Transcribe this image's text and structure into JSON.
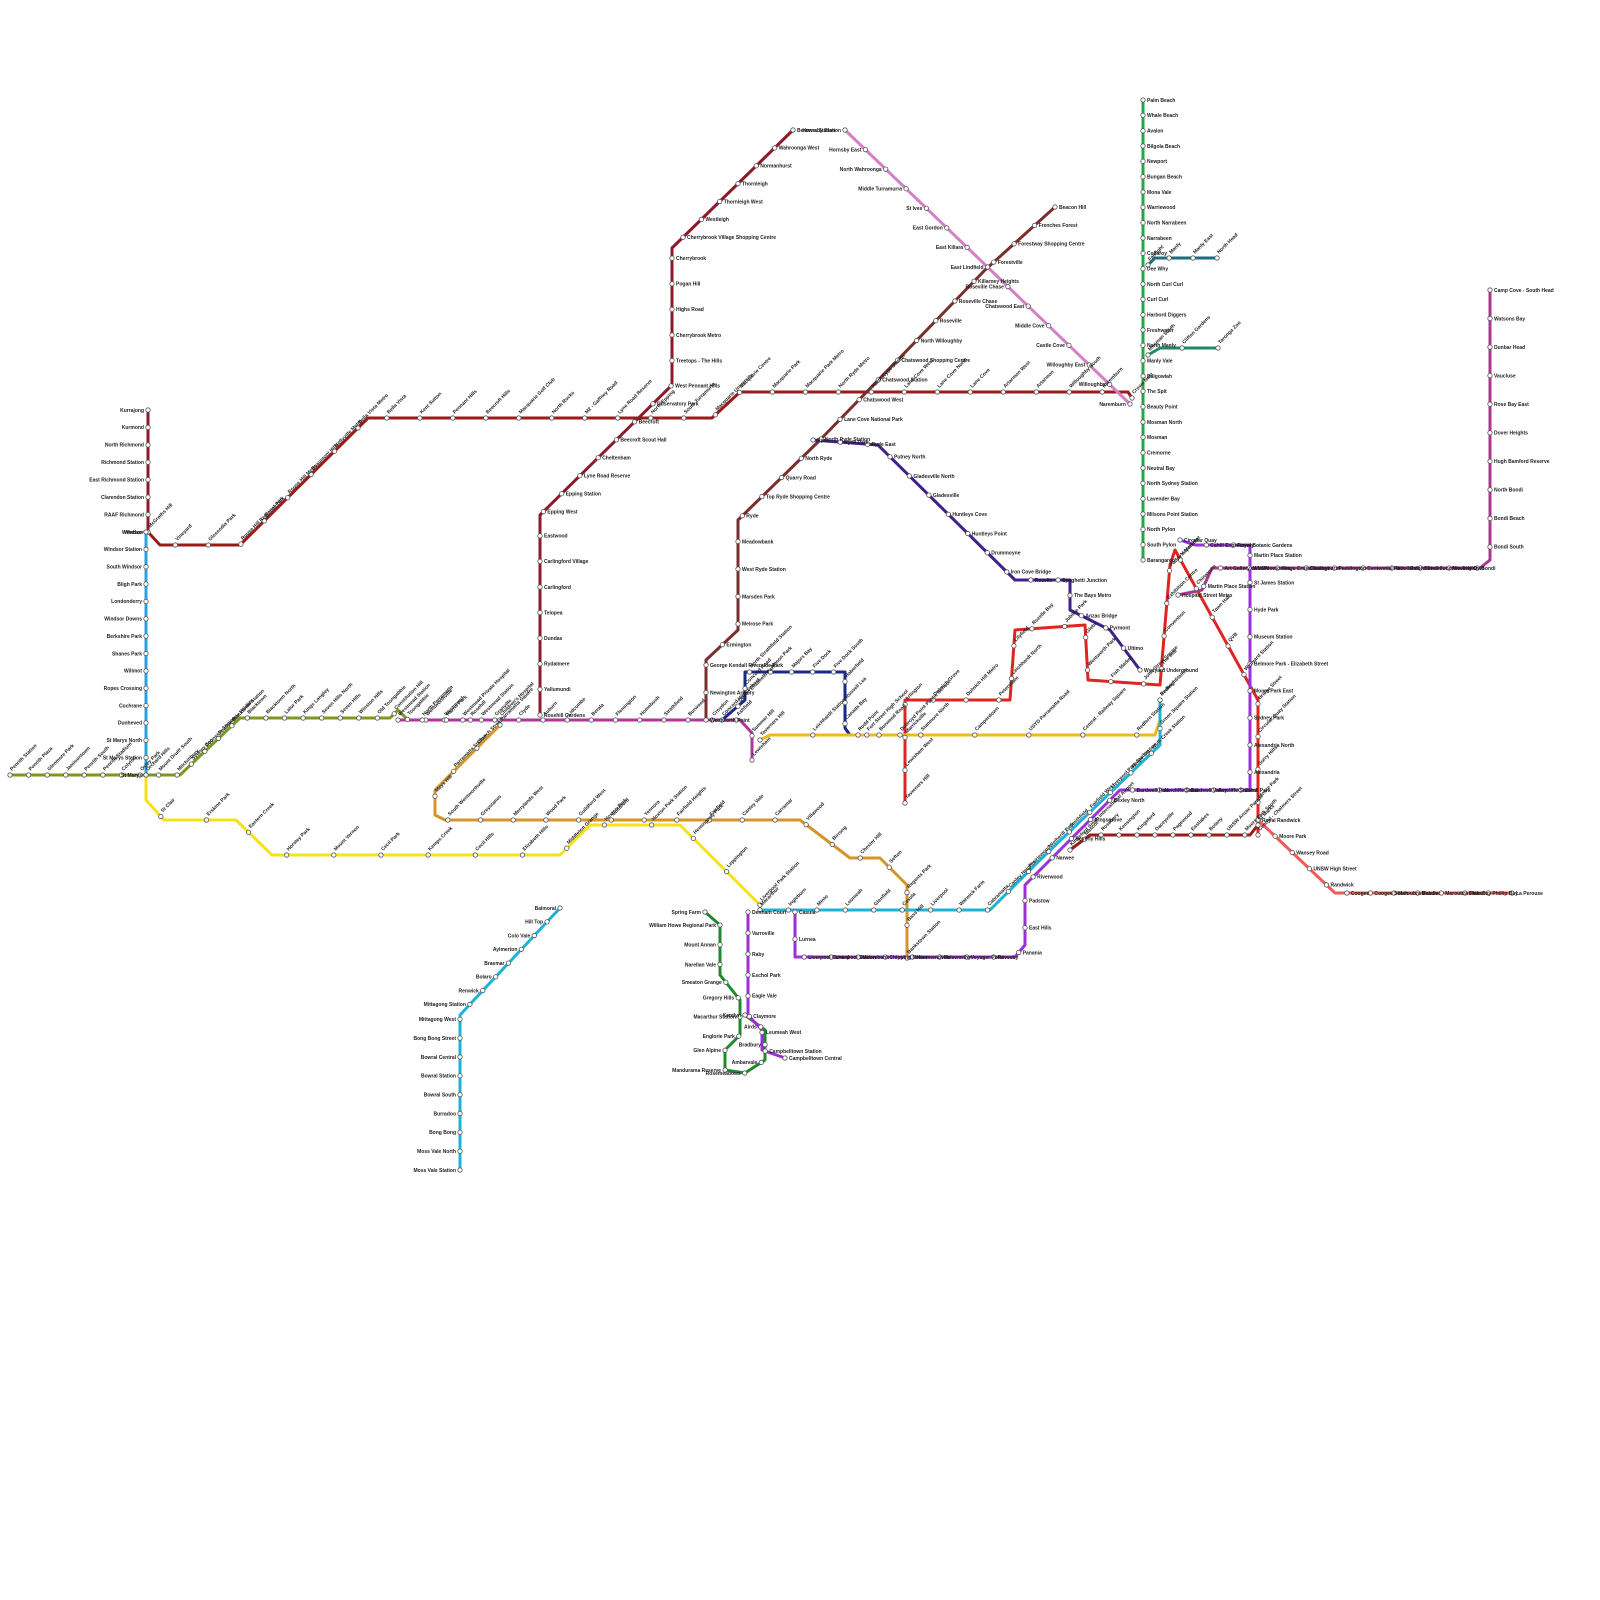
{
  "colors": {
    "maroon": "#8B1A2B",
    "darkred": "#9B1B1B",
    "brown": "#7A2E2E",
    "blue": "#2C9FE0",
    "olive": "#7A9A1E",
    "yellow": "#F5E21A",
    "orange": "#D4962A",
    "magenta": "#B0359A",
    "pink": "#D57FC5",
    "navy": "#1A2A8A",
    "indigo": "#40208A",
    "red": "#E02424",
    "gold": "#F2B81C",
    "cyan": "#1CB4D6",
    "green": "#1E8A2E",
    "purple": "#9B2FDB",
    "green2": "#22A845",
    "teal": "#1E6E80",
    "seagreen": "#1E8A6A",
    "plum": "#A8388E",
    "salmon": "#F05A5A"
  },
  "lines": [
    {
      "id": "T-hills-west",
      "color": "maroon",
      "stations": [
        "Kurrajong",
        "Kurmond",
        "North Richmond",
        "Richmond Station",
        "East Richmond Station",
        "Clarendon Station",
        "RAAF Richmond",
        "Windsor"
      ]
    },
    {
      "id": "T-windsor-east",
      "color": "darkred",
      "stations": [
        "McGraths Hill",
        "Vineyard",
        "Glossodia Park",
        "Rouse Hill Regional Park",
        "Rouse Hill",
        "Rouse Hill Metro",
        "Beaumont Hills",
        "Kellyville Metro",
        "Bella Vista Metro",
        "Bella Vista",
        "Kent Sutton",
        "Pennant Hills",
        "Beecroft Hills",
        "Macquarie Golf Club",
        "North Rocks",
        "M2 - Gaffney Road",
        "Lyne Road Reserve",
        "North Epping",
        "South Turramurra",
        "Macquarie University",
        "Macquarie Centre",
        "Macquarie Park",
        "Macquarie Park Metro",
        "North Ryde Metro",
        "North Ryde Station",
        "Lane Cove West",
        "Lane Cove North",
        "Lane Cove",
        "Artarmon West",
        "Artarmon",
        "Willoughby South",
        "Naremburn",
        "Crows Nest"
      ]
    },
    {
      "id": "T-hornsby",
      "color": "maroon",
      "stations": [
        "Berowra Station",
        "Wahroonga West",
        "Normanhurst",
        "Thornleigh",
        "Thornleigh West",
        "Westleigh",
        "Cherrybrook Village Shopping Centre",
        "Cherrybrook",
        "Pogan Hill",
        "Highs Road",
        "Cherrybrook Metro",
        "Treetops - The Hills",
        "West Pennant Hills",
        "Observatory Park",
        "Beecroft",
        "Beecroft Scout Hall",
        "Cheltenham",
        "Lyne Road Reserve",
        "Epping Station",
        "Epping West",
        "Eastwood",
        "Carlingford Village",
        "Carlingford",
        "Telopea",
        "Dundas",
        "Rydalmere",
        "Yallumundi",
        "Rosehill Gardens"
      ]
    },
    {
      "id": "T-pink",
      "color": "pink",
      "stations": [
        "Hornsby Station",
        "Hornsby East",
        "North Wahroonga",
        "Middle Turramurra",
        "St Ives",
        "East Gordon",
        "East Killara",
        "East Lindfield",
        "Roseville Chase",
        "Chatswood East",
        "Middle Cove",
        "Castle Cove",
        "Willoughby East",
        "Willoughby",
        "Naremburn"
      ]
    },
    {
      "id": "T-brown",
      "color": "brown",
      "stations": [
        "Beacon Hill",
        "Frenches Forest",
        "Forestway Shopping Centre",
        "Forestville",
        "Killarney Heights",
        "Roseville Chase",
        "Roseville",
        "North Willoughby",
        "Chatswood Shopping Centre",
        "Chatswood Station",
        "Chatswood West",
        "Lane Cove National Park",
        "North Ryde Station",
        "North Ryde",
        "Quarry Road",
        "Top Ryde Shopping Centre",
        "Ryde",
        "Meadowbank",
        "West Ryde Station",
        "Marsden Park",
        "Melrose Park",
        "Ermington",
        "George Kendall Riverside Park",
        "Newington Armory",
        "Wentworth Point"
      ]
    },
    {
      "id": "T-blue-west",
      "color": "blue",
      "stations": [
        "Windsor",
        "Windsor Station",
        "South Windsor",
        "Bligh Park",
        "Londonderry",
        "Windsor Downs",
        "Berkshire Park",
        "Shanes Park",
        "Willmot",
        "Ropes Crossing",
        "Cochrane",
        "Dunheved",
        "St Marys North",
        "St Marys Station",
        "St Marys"
      ]
    },
    {
      "id": "T-olive",
      "color": "olive",
      "stations": [
        "Penrith Station",
        "Penrith Plaza",
        "Glenmore Park",
        "Jamisontown",
        "Penrith South",
        "Penrith Stadium",
        "Colyton",
        "Oxley Park",
        "Mount Druitt South",
        "Mitchinbury",
        "Sydney Zoo",
        "Doonside Station",
        "Featherdale Wildlife",
        "Blacktown Station",
        "Blacktown",
        "Blacktown North",
        "Lalor Park",
        "Kings Langley",
        "Seven Hills North",
        "Seven Hills",
        "Winston Hills",
        "Old Toongabbie",
        "Constitution Hill",
        "Toongabbie",
        "Wentworthville",
        "Westmead",
        "Westmead Private Hospital",
        "Westmead Station",
        "Children's Hospital"
      ]
    },
    {
      "id": "T-yellow",
      "color": "yellow",
      "stations": [
        "Orchard Hills",
        "St Clair",
        "Erskine Park",
        "Eastern Creek",
        "Horsley Park",
        "Mount Vernon",
        "Cecil Park",
        "Kemps Creek",
        "Cecil Hills",
        "Elizabeth Hills",
        "Middleton Grange",
        "Hoxton Park",
        "Hoxton Park Station",
        "Hemingway Park",
        "Leppington",
        "Liverpool Park Station"
      ]
    },
    {
      "id": "T-orange",
      "color": "orange",
      "stations": [
        "Parramatta Square",
        "Church Street",
        "Parramatta Station",
        "Mays Hill",
        "South Wentworthville",
        "Greystanes",
        "Merrylands West",
        "Wood Park",
        "Guildford West",
        "Guildford",
        "Yennora",
        "Fairfield Heights",
        "Fairfield",
        "Canley Vale",
        "Carramar",
        "Villawood",
        "Birrong",
        "Chester Hill",
        "Sefton",
        "Regents Park",
        "Bass Hill",
        "Bankstown Station"
      ]
    },
    {
      "id": "T-magenta",
      "color": "magenta",
      "stations": [
        "Westmead Station",
        "North Parramatta",
        "Harris Park",
        "Rosehill",
        "Granville",
        "Clyde",
        "Auburn",
        "Lidcombe",
        "Berala",
        "Flemington",
        "Homebush",
        "Strathfield",
        "Burwood",
        "Croydon",
        "Ashfield",
        "Summer Hill",
        "Lewisham"
      ]
    },
    {
      "id": "T-navy",
      "color": "navy",
      "stations": [
        "Concord High School",
        "Queen Elizabeth Park",
        "Concord Road",
        "North Strathfield Station",
        "Mason Park",
        "Majors Bay",
        "Five Dock",
        "Five Dock South",
        "Haberfield",
        "Russell Lea",
        "Canada Bay",
        "Rodd Point",
        "Burwood Road",
        "Dobroyd Point Public School"
      ]
    },
    {
      "id": "T-indigo",
      "color": "indigo",
      "stations": [
        "Ryde",
        "Ryde Park",
        "Ryde East",
        "Putney North",
        "Gladesville North",
        "Gladesville",
        "Huntleys Cove",
        "Huntleys Point",
        "Drummoyne",
        "Iron Cove Bridge",
        "Rozelle",
        "Spaghetti Junction",
        "The Bays Metro",
        "Anzac Bridge",
        "Pyrmont",
        "Ultimo",
        "Wynyard Underground"
      ]
    },
    {
      "id": "T-red",
      "color": "red",
      "stations": [
        "Taverners Hill",
        "Lewisham West",
        "Marrickville",
        "Arlington",
        "Dulwich Grove",
        "Dulwich Hill Metro",
        "Petersham",
        "Leichhardt North",
        "Lilyfield",
        "Rozelle Bay",
        "Jubilee Park",
        "Glebe",
        "Wentworth Park",
        "Fish Market",
        "John Street Square",
        "The Star",
        "Convention",
        "Exhibition Centre",
        "Paddy's Markets",
        "Haymarket",
        "Chinatown",
        "Town Hall",
        "QVB",
        "Wynyard Station",
        "Bridge Street",
        "Circular Quay Station",
        "Surry Hills",
        "Moore Park",
        "Central - Chalmers Street"
      ]
    },
    {
      "id": "T-gold",
      "color": "gold",
      "stations": [
        "Taverners Hill",
        "Leichhardt Station",
        "Fort Street High School",
        "Stanmore North",
        "Camperdown",
        "USYD Parramatta Road",
        "Central - Railway Square",
        "Redfern Station",
        "Eveleigh"
      ]
    },
    {
      "id": "T-cyan",
      "color": "cyan",
      "stations": [
        "Macarthur",
        "Ingleburn",
        "Minto",
        "Leumeah",
        "Glenfield",
        "Casula",
        "Liverpool",
        "Warwick Farm",
        "Cabramatta",
        "Canley Heights",
        "Prairiewood",
        "Wetherill Park",
        "Smithfield",
        "Fairfield West",
        "Liverpool Park Station",
        "Tempe Station",
        "Wolli Creek Station",
        "Green Square Station",
        "Redfern Station",
        "Balmoral",
        "Hill Top",
        "Colo Vale",
        "Aylmerton",
        "Braemar",
        "Bolaro",
        "Renwick",
        "Mittagong Station",
        "Mittagong West",
        "Bong Bong Street",
        "Bowral Central",
        "Bowral Station",
        "Bowral South",
        "Burradoo",
        "Bong Bong",
        "Moss Vale North",
        "Moss Vale Station"
      ]
    },
    {
      "id": "T-green",
      "color": "green",
      "stations": [
        "Spring Farm",
        "William Howe Regional Park",
        "Mount Annan",
        "Narellan Vale",
        "Smeaton Grange",
        "Gregory Hills",
        "Macarthur Station",
        "Englorie Park",
        "Glen Alpine",
        "Mandurama Reserve",
        "Rosemeadows",
        "Ambarvale",
        "Bradbury",
        "Airds",
        "Kentlyn"
      ]
    },
    {
      "id": "T-purple",
      "color": "purple",
      "stations": [
        "Denham Court",
        "Varroville",
        "Raby",
        "Eschol Park",
        "Eagle Vale",
        "Claymore",
        "Leumeah West",
        "Campbelltown Station",
        "Campbelltown Central",
        "Casula",
        "Lurnea",
        "Liverpool Central",
        "Liverpool Station",
        "Moorebank",
        "Chipping Norton",
        "Hammondville",
        "Holsworthy",
        "Voyager Point",
        "Revesby",
        "Panania",
        "East Hills",
        "Padstow",
        "Riverwood",
        "Narwee",
        "Beverly Hills",
        "Kingsgrove",
        "Bexley North",
        "Bardwell Park",
        "Arncliffe South",
        "Bardwell Valley",
        "Arncliffe Station",
        "Cahill Park",
        "Alexandria",
        "Alexandria North",
        "Sydney Park",
        "Moore Park East",
        "Belmore Park - Elizabeth Street",
        "Museum Station",
        "Hyde Park",
        "St James Station",
        "Martin Place Station",
        "Royal Botanic Gardens",
        "Cahill Expressway",
        "Circular Quay"
      ]
    },
    {
      "id": "T-green2",
      "color": "green2",
      "stations": [
        "Palm Beach",
        "Whale Beach",
        "Avalon",
        "Bilgola Beach",
        "Newport",
        "Bungan Beach",
        "Mona Vale",
        "Warriewood",
        "North Narrabeen",
        "Narrabeen",
        "Collaroy",
        "Dee Why",
        "North Curl Curl",
        "Curl Curl",
        "Harbord Diggers",
        "Freshwater",
        "North Manly",
        "Manly Vale",
        "Balgowlah",
        "The Spit",
        "Beauty Point",
        "Mosman North",
        "Mosman",
        "Cremorne",
        "Neutral Bay",
        "North Sydney Station",
        "Lavender Bay",
        "Milsons Point Station",
        "North Pylon",
        "South Pylon",
        "Barangaroo"
      ]
    },
    {
      "id": "T-teal",
      "color": "teal",
      "stations": [
        "Fairlight",
        "Manly",
        "Manly East",
        "North Head"
      ]
    },
    {
      "id": "T-seagreen",
      "color": "seagreen",
      "stations": [
        "Mosman South",
        "Clifton Gardens",
        "Taronga Zoo"
      ]
    },
    {
      "id": "T-plum",
      "color": "plum",
      "stations": [
        "Camp Cove - South Head",
        "Watsons Bay",
        "Dunbar Head",
        "Vaucluse",
        "Rose Bay East",
        "Dover Heights",
        "Hugh Bamford Reserve",
        "North Bondi",
        "Bondi Beach",
        "Bondi South",
        "Bondi",
        "Waverly Oval",
        "Bondi Junction Station",
        "Woollahra",
        "Centennial Park - Oxford Street",
        "Paddington",
        "Darlinghurst",
        "Kings Cross Station",
        "Woolloomooloo",
        "Art Gallery of NSW",
        "Martin Place Station",
        "Hospital Street Metro"
      ]
    },
    {
      "id": "T-salmon",
      "color": "salmon",
      "stations": [
        "Royal Randwick",
        "Moore Park",
        "Wansey Road",
        "UNSW High Street",
        "Randwick",
        "Coogee",
        "Coogee South",
        "Maroubra Beach",
        "Malabar",
        "Maroubra Pines",
        "Little Bay",
        "Phillip Bay",
        "La Perouse"
      ]
    },
    {
      "id": "T-darkred2",
      "color": "darkred",
      "stations": [
        "Kingsford Smith International Airport",
        "Mascot",
        "Rosebery",
        "Kensington",
        "Kingsford",
        "Daceyville",
        "Pagewood",
        "Eastlakes",
        "Botany",
        "UNSW Anzac Parade",
        "Moore Park South",
        "St Marks"
      ]
    }
  ]
}
